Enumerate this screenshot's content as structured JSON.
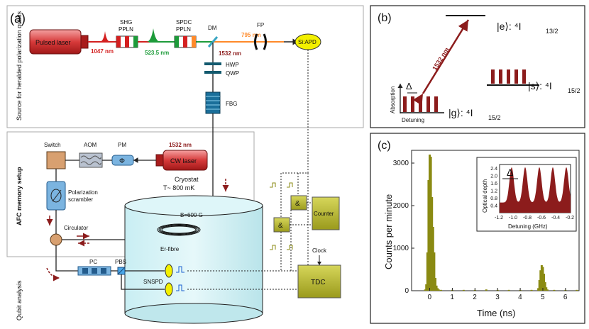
{
  "panel_a": {
    "label": "(a)",
    "sections": {
      "source": "Source for heralded polarization qubits",
      "afc": "AFC memory setup",
      "analysis": "Qubit analysis"
    },
    "components": {
      "pulsed_laser": "Pulsed laser",
      "shg": "SHG",
      "shg_ppln": "PPLN",
      "spdc": "SPDC",
      "spdc_ppln": "PPLN",
      "dm": "DM",
      "fp": "FP",
      "si_apd": "Si:APD",
      "hwp": "HWP",
      "qwp": "QWP",
      "fbg": "FBG",
      "switch": "Switch",
      "aom": "AOM",
      "pm": "PM",
      "pm_symbol": "Φ",
      "cw_laser": "CW laser",
      "pol_scrambler_1": "Polarization",
      "pol_scrambler_2": "scrambler",
      "circulator": "Circulator",
      "cryostat_1": "Cryostat",
      "cryostat_2": "T~ 800 mK",
      "bfield": "B=600 G",
      "er_fibre": "Er-fibre",
      "pc": "PC",
      "pbs": "PBS",
      "snspd": "SNSPD",
      "and_gate": "&",
      "counter": "Counter",
      "clock": "Clock",
      "tdc": "TDC"
    },
    "wavelengths": {
      "w1047": "1047 nm",
      "w523": "523.5 nm",
      "w795": "795 nm",
      "w1532a": "1532 nm",
      "w1532b": "1532 nm"
    }
  },
  "panel_b": {
    "label": "(b)",
    "transition": "1532 nm",
    "level_e": "|e⟩: ⁴I",
    "level_e_sub": "13/2",
    "level_s": "|s⟩: ⁴I",
    "level_s_sub": "15/2",
    "level_g": "|g⟩: ⁴I",
    "level_g_sub": "15/2",
    "absorption": "Absorption",
    "detuning": "Detuning",
    "delta": "Δ"
  },
  "chart_data": [
    {
      "type": "bar",
      "label": "(c)",
      "xlabel": "Time (ns)",
      "ylabel": "Counts per minute",
      "xlim": [
        -0.8,
        6.6
      ],
      "ylim": [
        0,
        3300
      ],
      "xticks": [
        0,
        1,
        2,
        3,
        4,
        5,
        6
      ],
      "yticks": [
        0,
        1000,
        2000,
        3000
      ],
      "x": [
        -0.2,
        -0.15,
        -0.1,
        -0.05,
        0.0,
        0.05,
        0.1,
        0.15,
        0.2,
        0.25,
        0.3,
        0.35,
        0.4,
        0.5,
        1.0,
        1.5,
        2.0,
        2.5,
        3.0,
        3.5,
        4.0,
        4.5,
        4.8,
        4.85,
        4.9,
        4.95,
        5.0,
        5.05,
        5.1,
        5.15,
        5.2,
        5.5,
        6.0,
        6.5
      ],
      "values": [
        30,
        150,
        900,
        2600,
        3200,
        3150,
        2200,
        1500,
        900,
        300,
        120,
        60,
        30,
        20,
        20,
        20,
        20,
        30,
        20,
        20,
        20,
        20,
        60,
        250,
        480,
        600,
        560,
        400,
        200,
        80,
        30,
        20,
        20,
        20
      ],
      "grid": false
    },
    {
      "type": "area",
      "xlabel": "Detuning (GHz)",
      "ylabel": "Optical depth",
      "annotation": "Δ",
      "xlim": [
        -1.2,
        -0.2
      ],
      "ylim": [
        0,
        2.6
      ],
      "xticks": [
        -1.2,
        -1.0,
        -0.8,
        -0.6,
        -0.4,
        -0.2
      ],
      "yticks": [
        0.4,
        0.8,
        1.2,
        1.6,
        2.0,
        2.4
      ],
      "peaks": [
        -1.03,
        -0.84,
        -0.64,
        -0.45,
        -0.26
      ],
      "peak_height": 2.45,
      "baseline": 0.55,
      "grid": false
    }
  ],
  "colors": {
    "fiber": "#333333",
    "red": "#d42020",
    "green": "#1d9b3a",
    "orange": "#ff8a2a",
    "olive": "#8a8a12",
    "maroon": "#8c1c1c",
    "tdc": "#9b9b1e"
  }
}
